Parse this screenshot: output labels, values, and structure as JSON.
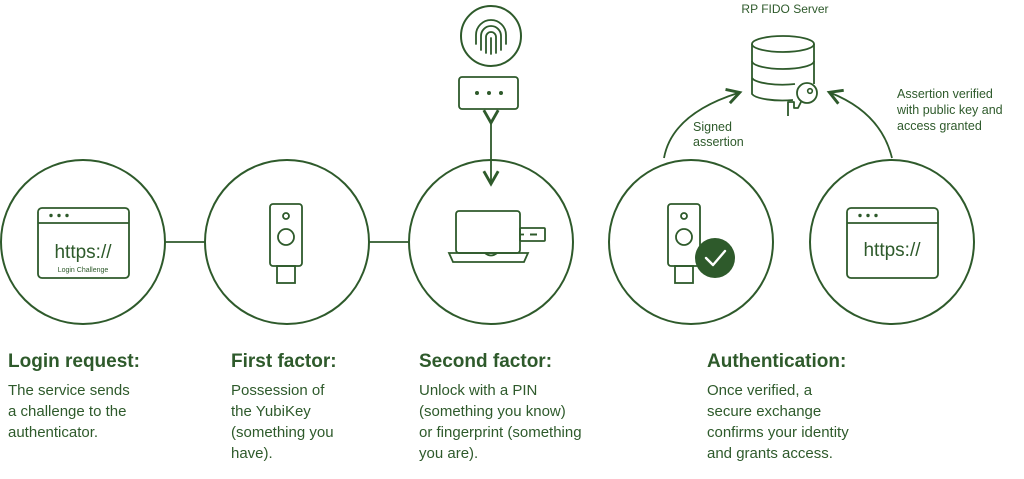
{
  "server_label": "RP FIDO Server",
  "annotations": {
    "signed_assertion": "Signed\nassertion",
    "assertion_verified": "Assertion verified\nwith public key and\naccess granted"
  },
  "browser_login": {
    "url": "https://",
    "subtitle": "Login Challenge"
  },
  "browser_final": {
    "url": "https://"
  },
  "steps": [
    {
      "title": "Login request:",
      "body": "The service sends\na challenge to the\nauthenticator."
    },
    {
      "title": "First factor:",
      "body": "Possession of\nthe YubiKey\n(something you\nhave)."
    },
    {
      "title": "Second factor:",
      "body": "Unlock with a PIN\n(something you know)\nor fingerprint (something\nyou are)."
    },
    {
      "title": "Authentication:",
      "body": "Once verified, a\nsecure exchange\nconfirms your identity\nand grants access."
    }
  ],
  "colors": {
    "primary": "#2e5a2b",
    "background": "#ffffff"
  },
  "icons": [
    "browser-icon",
    "security-key-icon",
    "fingerprint-icon",
    "pin-pad-icon",
    "laptop-icon",
    "database-icon",
    "key-icon",
    "checkmark-icon"
  ]
}
